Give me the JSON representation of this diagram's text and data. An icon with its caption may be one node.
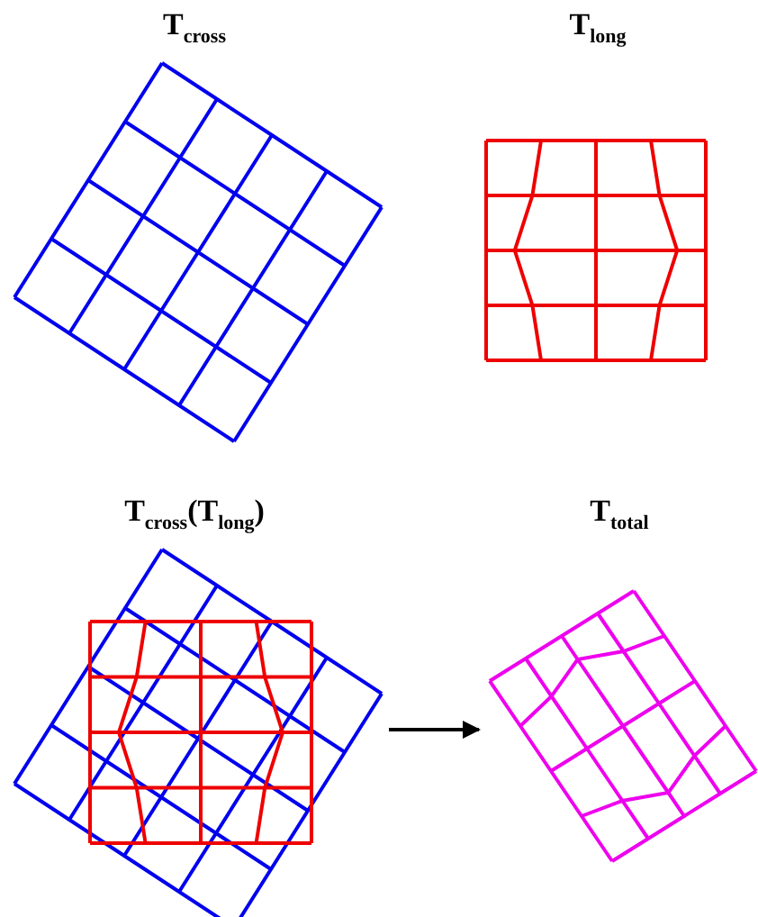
{
  "diagram": {
    "nodes": [
      {
        "text": [
          "T$_{cross}$"
        ]
      },
      {
        "text": [
          "T$_{long}$"
        ]
      },
      {
        "text": [
          "T$_{cross}$(T$_{long}$)"
        ]
      },
      {
        "text": [
          "T$_{total}$"
        ]
      }
    ],
    "edges": [
      {
        "from": 2,
        "to": 3,
        "arrow": "to"
      }
    ]
  }
}
